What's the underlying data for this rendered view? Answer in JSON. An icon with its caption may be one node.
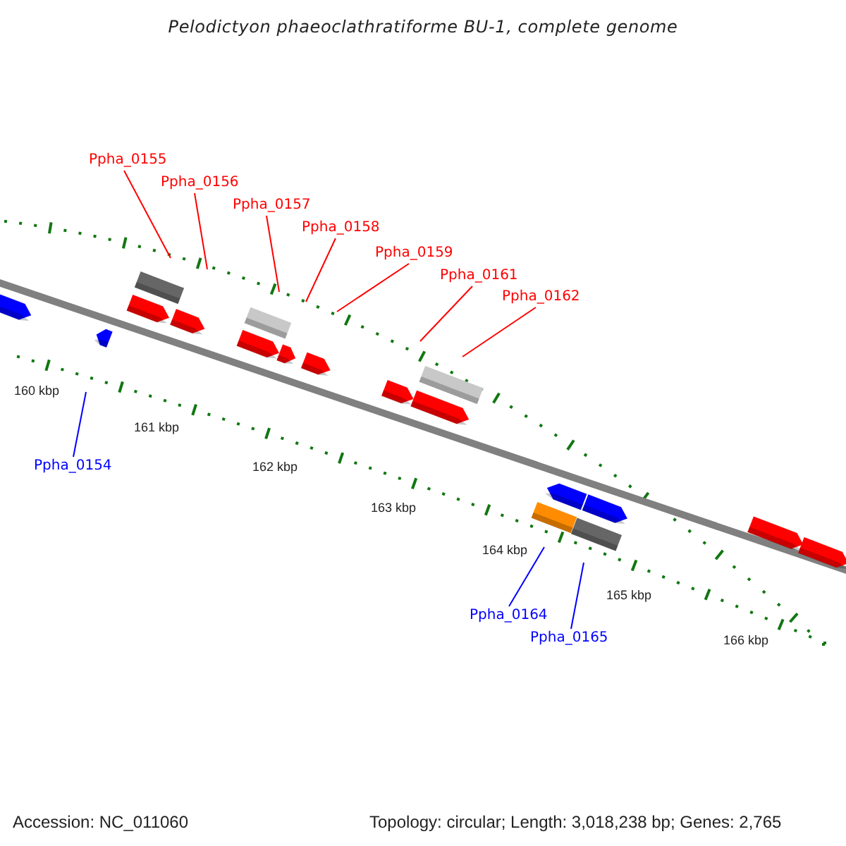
{
  "diagram": {
    "title": "Pelodictyon phaeoclathratiforme BU-1, complete genome",
    "nodes": [
      {
        "text": [
          "Ppha_0155"
        ]
      },
      {
        "text": [
          "Ppha_0156"
        ]
      },
      {
        "text": [
          "Ppha_0157"
        ]
      },
      {
        "text": [
          "Ppha_0158"
        ]
      },
      {
        "text": [
          "Ppha_0159"
        ]
      },
      {
        "text": [
          "Ppha_0161"
        ]
      },
      {
        "text": [
          "Ppha_0162"
        ]
      },
      {
        "text": [
          "Ppha_0154"
        ]
      },
      {
        "text": [
          "Ppha_0164"
        ]
      },
      {
        "text": [
          "Ppha_0165"
        ]
      }
    ],
    "edges": [
      {
        "from": 0,
        "to": null,
        "arrow": "none"
      },
      {
        "from": 1,
        "to": null,
        "arrow": "none"
      },
      {
        "from": 2,
        "to": null,
        "arrow": "none"
      },
      {
        "from": 3,
        "to": null,
        "arrow": "none"
      },
      {
        "from": 4,
        "to": null,
        "arrow": "none"
      },
      {
        "from": 5,
        "to": null,
        "arrow": "none"
      },
      {
        "from": 6,
        "to": null,
        "arrow": "none"
      },
      {
        "from": 7,
        "to": null,
        "arrow": "none",
        "color": "#0000ff"
      },
      {
        "from": 8,
        "to": null,
        "arrow": "none",
        "color": "#0000ff"
      },
      {
        "from": 9,
        "to": null,
        "arrow": "none",
        "color": "#0000ff"
      }
    ],
    "labels": [
      "160 kbp",
      "161 kbp",
      "162 kbp",
      "163 kbp",
      "164 kbp",
      "165 kbp",
      "166 kbp",
      "Accession: NC_011060",
      "Topology: circular; Length: 3,018,238 bp; Genes: 2,765"
    ]
  }
}
